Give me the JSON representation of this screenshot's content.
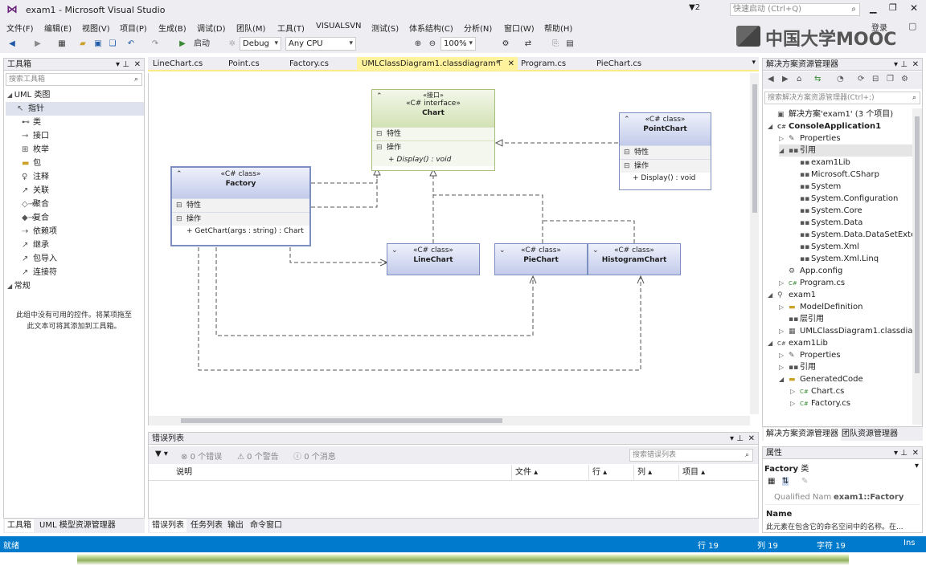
{
  "title": {
    "app": "exam1 - Microsoft Visual Studio",
    "filter_count": "2",
    "quicklaunch_placeholder": "快速启动 (Ctrl+Q)",
    "signin": "登录"
  },
  "watermark": "中国大学MOOC",
  "menu": [
    "文件(F)",
    "编辑(E)",
    "视图(V)",
    "项目(P)",
    "生成(B)",
    "调试(D)",
    "团队(M)",
    "工具(T)",
    "VISUALSVN",
    "测试(S)",
    "体系结构(C)",
    "分析(N)",
    "窗口(W)",
    "帮助(H)"
  ],
  "toolbar": {
    "start": "启动",
    "config": "Debug",
    "platform": "Any CPU",
    "zoom": "100%"
  },
  "toolbox": {
    "title": "工具箱",
    "search_placeholder": "搜索工具箱",
    "group1": "UML 类图",
    "items": [
      "指针",
      "类",
      "接口",
      "枚举",
      "包",
      "注释",
      "关联",
      "聚合",
      "复合",
      "依赖项",
      "继承",
      "包导入",
      "连接符"
    ],
    "group2": "常规",
    "empty_text_1": "此组中没有可用的控件。将某项拖至",
    "empty_text_2": "此文本可将其添加到工具箱。",
    "tab1": "工具箱",
    "tab2": "UML 模型资源管理器"
  },
  "tabs": [
    "LineChart.cs",
    "Point.cs",
    "Factory.cs",
    "UMLClassDiagram1.classdiagram*",
    "Program.cs",
    "PieChart.cs"
  ],
  "diagram": {
    "factory": {
      "stereotype": "«C# class»",
      "name": "Factory",
      "attrs": "特性",
      "ops": "操作",
      "method": "+ GetChart(args : string) : Chart"
    },
    "chart": {
      "stereo1": "«接口»",
      "stereotype": "«C# interface»",
      "name": "Chart",
      "attrs": "特性",
      "ops": "操作",
      "method": "+ Display() : void"
    },
    "pointchart": {
      "stereotype": "«C# class»",
      "name": "PointChart",
      "attrs": "特性",
      "ops": "操作",
      "method": "+ Display() : void"
    },
    "linechart": {
      "stereotype": "«C# class»",
      "name": "LineChart"
    },
    "piechart": {
      "stereotype": "«C# class»",
      "name": "PieChart"
    },
    "histogramchart": {
      "stereotype": "«C# class»",
      "name": "HistogramChart"
    }
  },
  "errorlist": {
    "title": "错误列表",
    "errors": "0 个错误",
    "warnings": "0 个警告",
    "messages": "0 个消息",
    "search_placeholder": "搜索错误列表",
    "columns": [
      "说明",
      "文件",
      "行",
      "列",
      "项目"
    ],
    "tabs": [
      "错误列表",
      "任务列表",
      "输出",
      "命令窗口"
    ]
  },
  "solution": {
    "title": "解决方案资源管理器",
    "search_placeholder": "搜索解决方案资源管理器(Ctrl+;)",
    "nodes": [
      {
        "label": "解决方案'exam1' (3 个项目)",
        "arrow": "",
        "icon": "▣"
      },
      {
        "label": "ConsoleApplication1",
        "arrow": "◢",
        "icon": "C#",
        "bold": true
      },
      {
        "label": "Properties",
        "arrow": "▷",
        "icon": "🔧"
      },
      {
        "label": "引用",
        "arrow": "◢",
        "icon": "■"
      },
      {
        "label": "exam1Lib",
        "arrow": "",
        "icon": "■"
      },
      {
        "label": "Microsoft.CSharp",
        "arrow": "",
        "icon": "■"
      },
      {
        "label": "System",
        "arrow": "",
        "icon": "■"
      },
      {
        "label": "System.Configuration",
        "arrow": "",
        "icon": "■"
      },
      {
        "label": "System.Core",
        "arrow": "",
        "icon": "■"
      },
      {
        "label": "System.Data",
        "arrow": "",
        "icon": "■"
      },
      {
        "label": "System.Data.DataSetExte",
        "arrow": "",
        "icon": "■"
      },
      {
        "label": "System.Xml",
        "arrow": "",
        "icon": "■"
      },
      {
        "label": "System.Xml.Linq",
        "arrow": "",
        "icon": "■"
      },
      {
        "label": "App.config",
        "arrow": "",
        "icon": "⚙"
      },
      {
        "label": "Program.cs",
        "arrow": "▷",
        "icon": "C#"
      },
      {
        "label": "exam1",
        "arrow": "◢",
        "icon": "⚲"
      },
      {
        "label": "ModelDefinition",
        "arrow": "▷",
        "icon": "▬"
      },
      {
        "label": "层引用",
        "arrow": "",
        "icon": "■"
      },
      {
        "label": "UMLClassDiagram1.classdia",
        "arrow": "▷",
        "icon": "▦"
      },
      {
        "label": "exam1Lib",
        "arrow": "◢",
        "icon": "C#"
      },
      {
        "label": "Properties",
        "arrow": "▷",
        "icon": "🔧"
      },
      {
        "label": "引用",
        "arrow": "▷",
        "icon": "■"
      },
      {
        "label": "GeneratedCode",
        "arrow": "◢",
        "icon": "▬"
      },
      {
        "label": "Chart.cs",
        "arrow": "▷",
        "icon": "C#"
      },
      {
        "label": "Factory.cs",
        "arrow": "▷",
        "icon": "C#"
      }
    ],
    "tab1": "解决方案资源管理器",
    "tab2": "团队资源管理器"
  },
  "properties": {
    "title": "属性",
    "object": "Factory",
    "object_kind": "类",
    "qualified_label": "Qualified Nam",
    "qualified_value": "exam1::Factory",
    "name_label": "Name",
    "name_desc": "此元素在包含它的命名空间中的名称。在..."
  },
  "status": {
    "ready": "就绪",
    "line": "行 19",
    "col": "列 19",
    "char": "字符 19",
    "mode": "Ins"
  },
  "colors": {
    "statusbar": "#007acc",
    "class_header": "#c2cbea",
    "interface_header": "#d3e2b5",
    "active_tab": "#fff29d"
  }
}
